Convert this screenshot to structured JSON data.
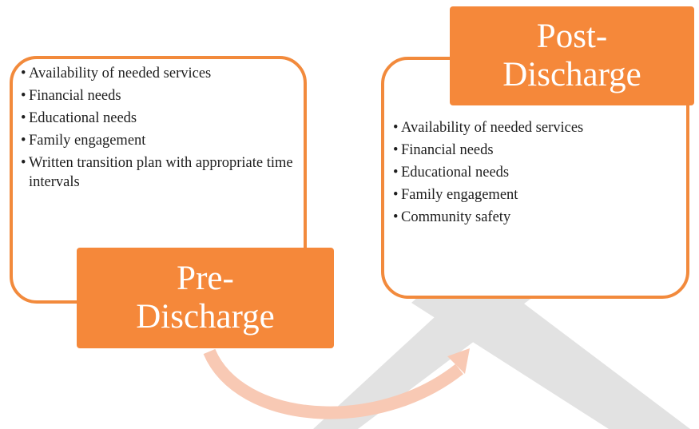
{
  "pre_discharge": {
    "title_line1": "Pre-",
    "title_line2": "Discharge",
    "bullet": "•",
    "items": [
      "Availability of needed services",
      "Financial needs",
      "Educational needs",
      "Family engagement",
      "Written transition plan with appropriate time intervals"
    ]
  },
  "post_discharge": {
    "title_line1": "Post-",
    "title_line2": "Discharge",
    "bullet": "•",
    "items": [
      "Availability of needed services",
      "Financial needs",
      "Educational needs",
      "Family engagement",
      "Community safety"
    ]
  },
  "colors": {
    "accent": "#f5883a",
    "border": "#f28a3c",
    "arrow": "#f8c9b4",
    "hammer": "#e2e2e2"
  }
}
